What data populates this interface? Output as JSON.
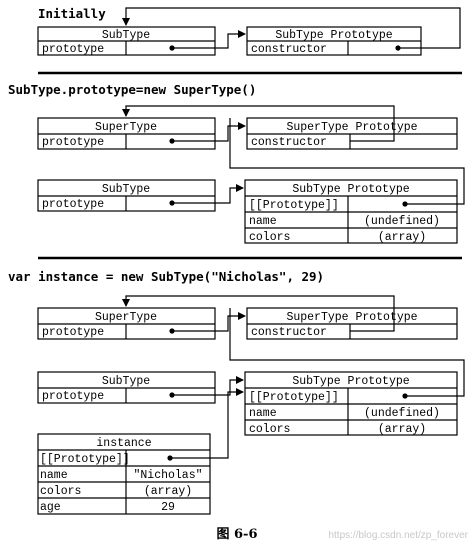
{
  "section1": {
    "heading": "Initially",
    "subtype": {
      "title": "SubType",
      "prop": "prototype"
    },
    "subtype_proto": {
      "title": "SubType Prototype",
      "prop": "constructor"
    }
  },
  "section2": {
    "heading": "SubType.prototype=new SuperType()",
    "supertype": {
      "title": "SuperType",
      "prop": "prototype"
    },
    "supertype_proto": {
      "title": "SuperType Prototype",
      "prop": "constructor"
    },
    "subtype": {
      "title": "SubType",
      "prop": "prototype"
    },
    "subtype_proto": {
      "title": "SubType Prototype",
      "rows": [
        {
          "key": "[[Prototype]]",
          "val": ""
        },
        {
          "key": "name",
          "val": "(undefined)"
        },
        {
          "key": "colors",
          "val": "(array)"
        }
      ]
    }
  },
  "section3": {
    "heading": "var instance = new SubType(\"Nicholas\", 29)",
    "supertype": {
      "title": "SuperType",
      "prop": "prototype"
    },
    "supertype_proto": {
      "title": "SuperType Prototype",
      "prop": "constructor"
    },
    "subtype": {
      "title": "SubType",
      "prop": "prototype"
    },
    "subtype_proto": {
      "title": "SubType Prototype",
      "rows": [
        {
          "key": "[[Prototype]]",
          "val": ""
        },
        {
          "key": "name",
          "val": "(undefined)"
        },
        {
          "key": "colors",
          "val": "(array)"
        }
      ]
    },
    "instance": {
      "title": "instance",
      "rows": [
        {
          "key": "[[Prototype]]",
          "val": ""
        },
        {
          "key": "name",
          "val": "\"Nicholas\""
        },
        {
          "key": "colors",
          "val": "(array)"
        },
        {
          "key": "age",
          "val": "29"
        }
      ]
    }
  },
  "caption": "图   6-6",
  "watermark": "https://blog.csdn.net/zp_forever"
}
